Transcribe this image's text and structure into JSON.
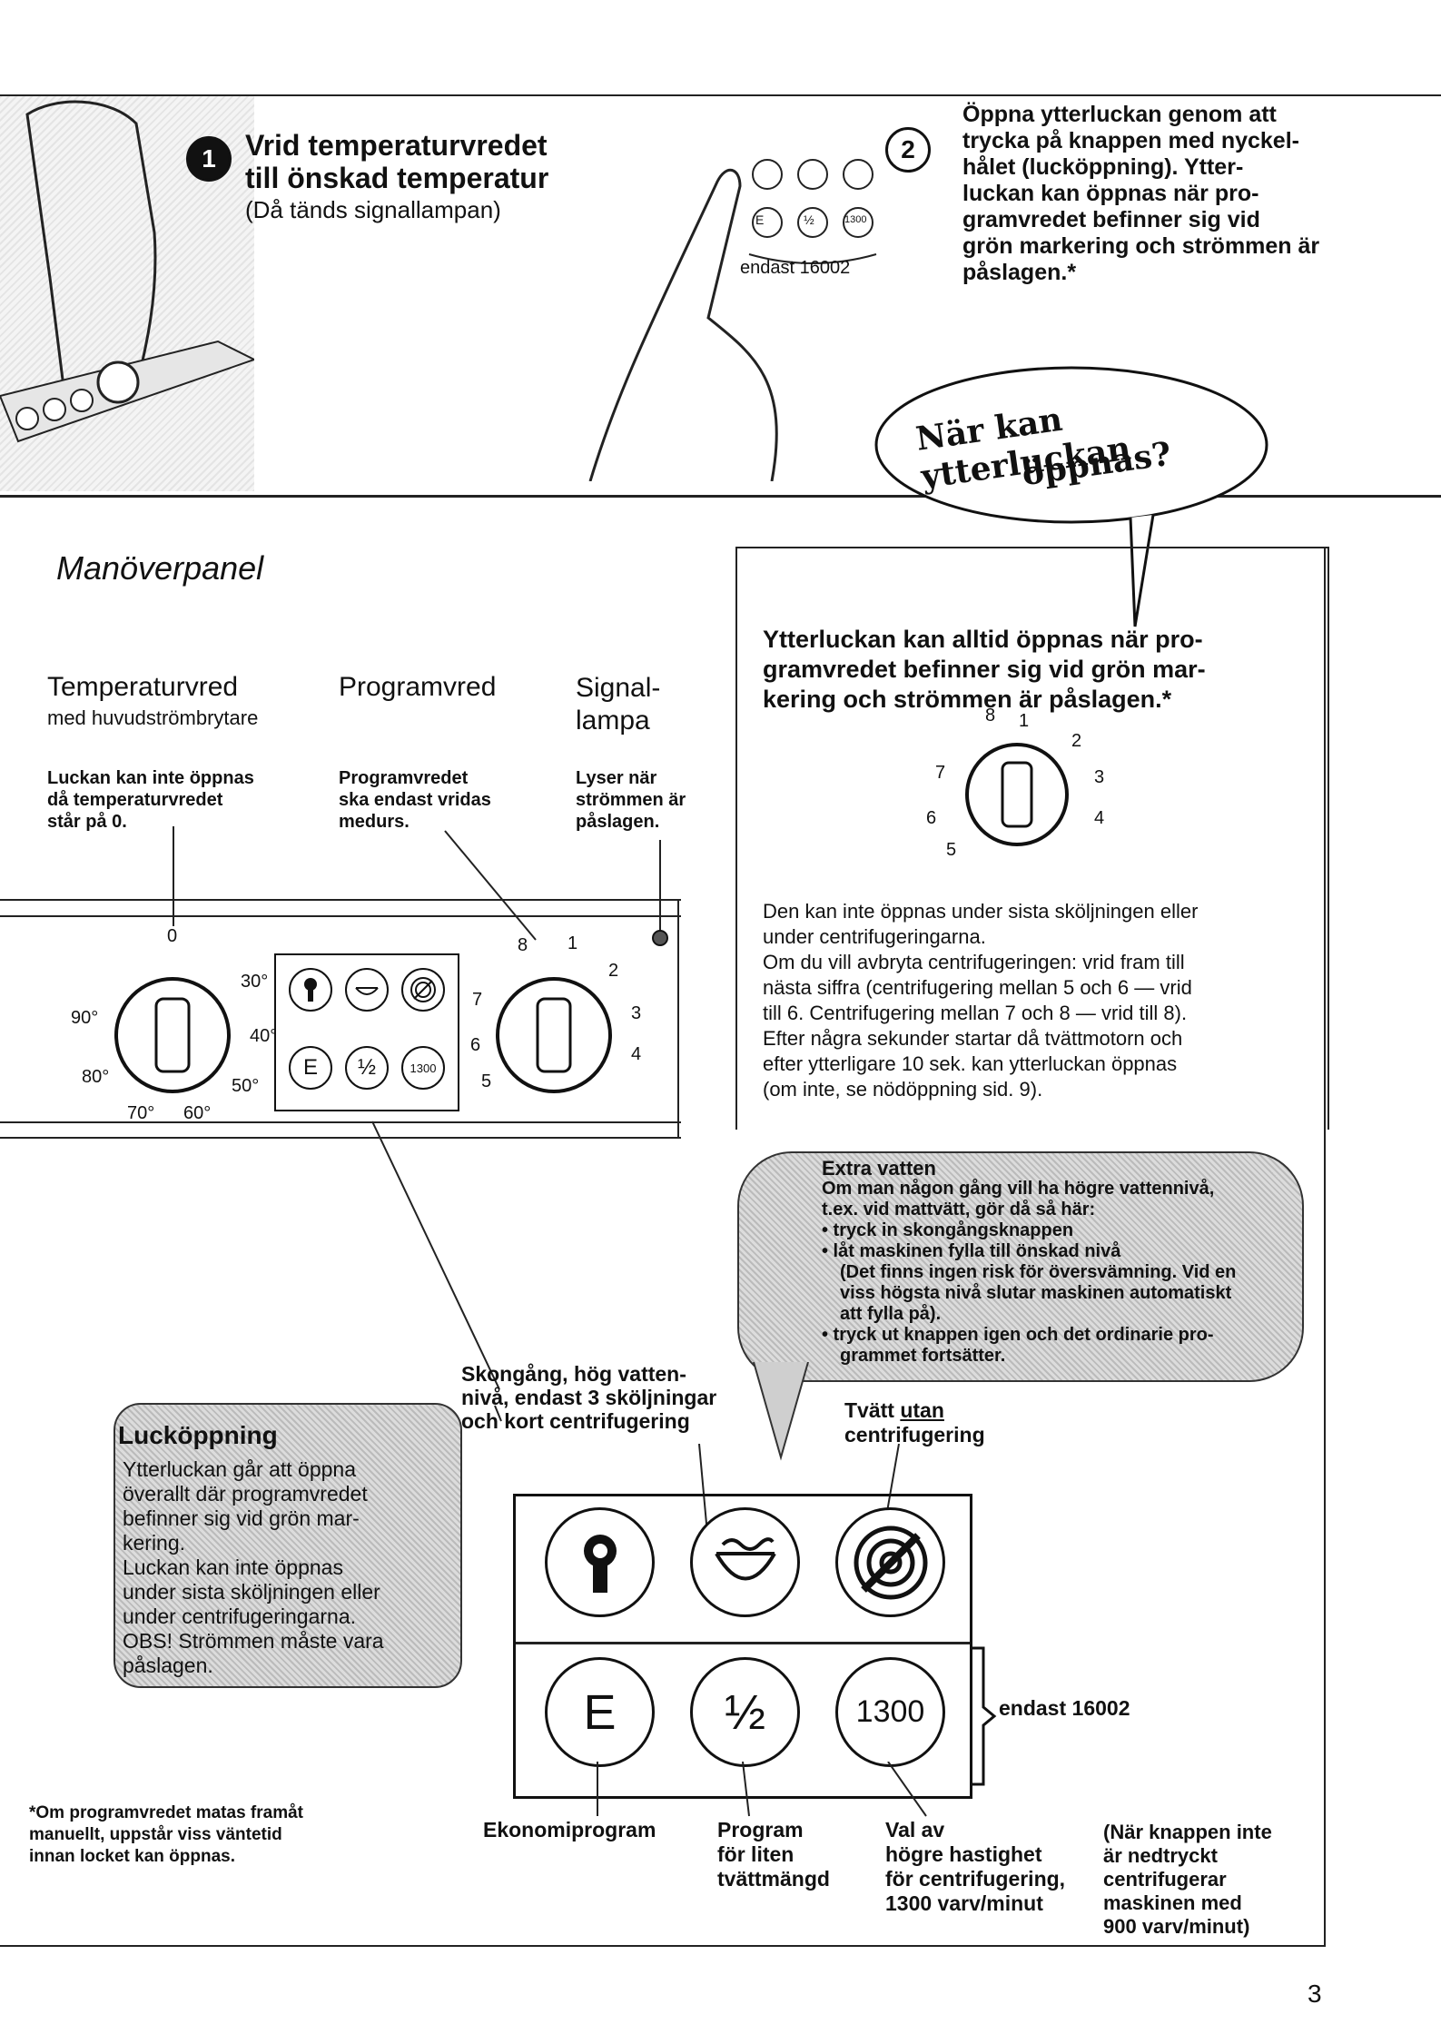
{
  "step1": {
    "number": "1",
    "title_line1": "Vrid temperaturvredet",
    "title_line2": "till önskad temperatur",
    "subtitle": "(Då tänds signallampan)"
  },
  "step2": {
    "number": "2",
    "text_lines": [
      "Öppna ytterluckan genom att",
      "trycka på knappen med nyckel-",
      "hålet (lucköppning). Ytter-",
      "luckan kan öppnas när pro-",
      "gramvredet befinner sig vid",
      "grön markering och strömmen är",
      "påslagen.*"
    ],
    "panel_caption": "endast 16002",
    "mini_button_labels": [
      "E",
      "½",
      "1300"
    ]
  },
  "bubble": {
    "line1": "När kan ytterluckan",
    "line2": "öppnas?"
  },
  "section_title": "Manöverpanel",
  "labels": {
    "temp_title": "Temperaturvred",
    "temp_sub": "med huvudströmbrytare",
    "temp_note": [
      "Luckan kan inte öppnas",
      "då temperaturvredet",
      "står på 0."
    ],
    "prog_title": "Programvred",
    "prog_note": [
      "Programvredet",
      "ska endast vridas",
      "medurs."
    ],
    "signal_title_1": "Signal-",
    "signal_title_2": "lampa",
    "signal_note": [
      "Lyser när",
      "strömmen är",
      "påslagen."
    ]
  },
  "temp_dial": {
    "marks": [
      "0",
      "30°",
      "40°",
      "50°",
      "60°",
      "70°",
      "80°",
      "90°"
    ]
  },
  "prog_dial": {
    "marks": [
      "1",
      "2",
      "3",
      "4",
      "5",
      "6",
      "7",
      "8"
    ]
  },
  "panel_buttons": {
    "row2": [
      "E",
      "½",
      "1300"
    ]
  },
  "right_box": {
    "heading": [
      "Ytterluckan kan alltid öppnas när pro-",
      "gramvredet befinner sig vid grön mar-",
      "kering och strömmen är påslagen.*"
    ],
    "body": [
      "Den kan inte öppnas under sista sköljningen eller",
      "under centrifugeringarna.",
      "Om du vill avbryta centrifugeringen: vrid fram till",
      "nästa siffra (centrifugering mellan 5 och 6 — vrid",
      "till 6. Centrifugering mellan 7 och 8 — vrid till 8).",
      "Efter några sekunder startar då tvättmotorn och",
      "efter ytterligare 10 sek. kan ytterluckan öppnas",
      "(om inte, se nödöppning sid. 9)."
    ]
  },
  "extra_vatten": {
    "title": "Extra vatten",
    "lines": [
      "Om man någon gång vill ha högre vattennivå,",
      "t.ex. vid mattvätt, gör då så här:",
      "• tryck in skongångsknappen",
      "• låt maskinen fylla till önskad nivå",
      "(Det finns ingen risk för översvämning. Vid en",
      "viss högsta nivå slutar maskinen automatiskt",
      "att fylla på).",
      "• tryck ut knappen igen och det ordinarie pro-",
      "grammet fortsätter."
    ]
  },
  "luckoppning": {
    "title": "Lucköppning",
    "lines": [
      "Ytterluckan går att öppna",
      "överallt där programvredet",
      "befinner sig vid grön mar-",
      "kering.",
      "Luckan kan inte öppnas",
      "under sista sköljningen eller",
      "under centrifugeringarna.",
      "OBS! Strömmen måste vara",
      "påslagen."
    ]
  },
  "button_labels": {
    "skongang": [
      "Skongång, hög vatten-",
      "nivå, endast 3 sköljningar",
      "och kort centrifugering"
    ],
    "tvatt_utan_1": "Tvätt ",
    "tvatt_utan_u": "utan",
    "tvatt_utan_2": "centrifugering",
    "endast": "endast 16002",
    "ekonomi": "Ekonomiprogram",
    "program_liten": [
      "Program",
      "för liten",
      "tvättmängd"
    ],
    "val_av": [
      "Val av",
      "högre hastighet",
      "för centrifugering,",
      "1300 varv/minut"
    ],
    "nar_knappen": [
      "(När knappen inte",
      "är nedtryckt",
      "centrifugerar",
      "maskinen med",
      "900 varv/minut)"
    ]
  },
  "big_buttons": {
    "row2": [
      "E",
      "½",
      "1300"
    ]
  },
  "footnote": [
    "*Om programvredet matas framåt",
    "manuellt, uppstår viss väntetid",
    "innan locket kan öppnas."
  ],
  "page_number": "3"
}
